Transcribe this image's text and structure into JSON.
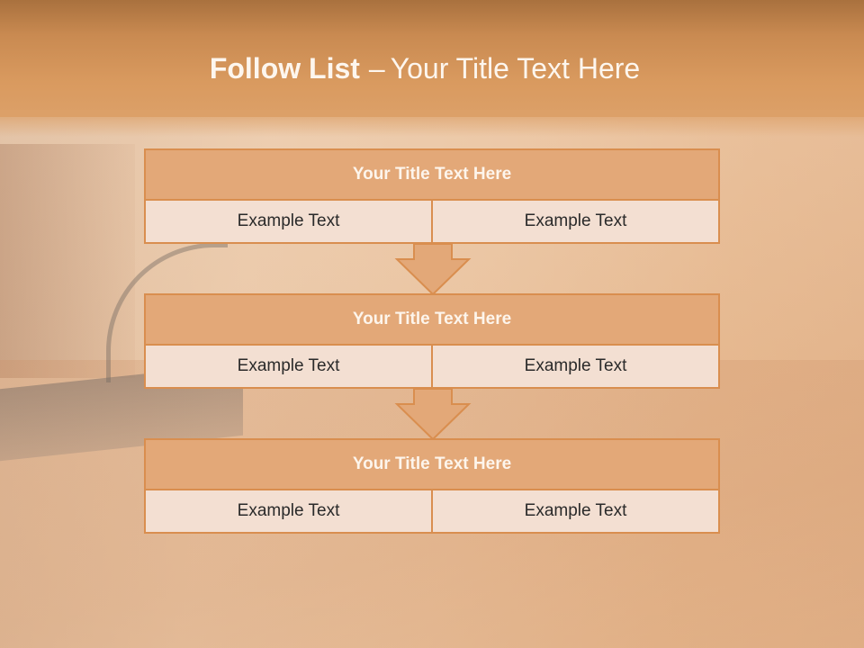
{
  "slide": {
    "title_bold": "Follow List",
    "title_separator": "–",
    "title_rest": "Your Title Text Here"
  },
  "blocks": [
    {
      "title": "Your Title Text Here",
      "cells": [
        "Example Text",
        "Example Text"
      ]
    },
    {
      "title": "Your Title Text Here",
      "cells": [
        "Example Text",
        "Example Text"
      ]
    },
    {
      "title": "Your Title Text Here",
      "cells": [
        "Example Text",
        "Example Text"
      ]
    }
  ],
  "colors": {
    "header": "#d99a5f",
    "block_title_fill": "#e3a878",
    "block_border": "#d98e4f",
    "cell_fill": "#f3dfd2"
  }
}
